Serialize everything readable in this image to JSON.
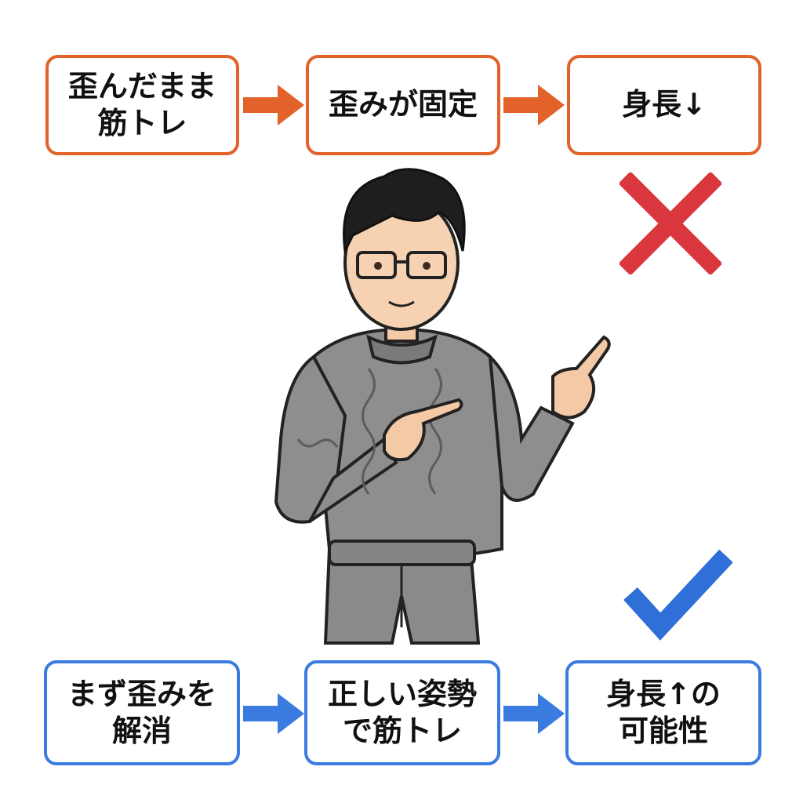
{
  "flows": {
    "bad": {
      "color": "#e2622a",
      "steps": [
        {
          "label": "歪んだまま\n筋トレ"
        },
        {
          "label": "歪みが固定"
        },
        {
          "label": "身長↓"
        }
      ],
      "result_icon": "cross-icon",
      "result_color": "#d9363e"
    },
    "good": {
      "color": "#3a7be0",
      "steps": [
        {
          "label": "まず歪みを\n解消"
        },
        {
          "label": "正しい姿勢\nで筋トレ"
        },
        {
          "label": "身長↑の\n可能性"
        }
      ],
      "result_icon": "check-icon",
      "result_color": "#2e6fd8"
    }
  },
  "figure": {
    "icon": "man-with-glasses-pointing-icon",
    "sweater_color": "#8e8e8e"
  }
}
